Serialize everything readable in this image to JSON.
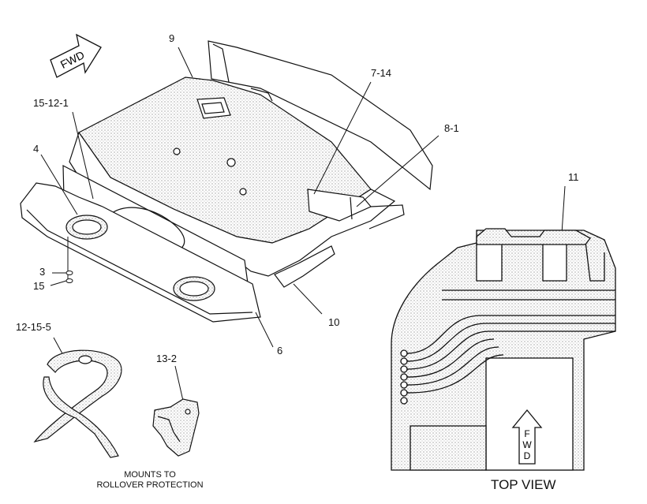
{
  "diagram": {
    "fwd_arrow_label": "FWD",
    "callouts": {
      "c9": "9",
      "c7_14": "7-14",
      "c15_12_1": "15-12-1",
      "c8_1": "8-1",
      "c4": "4",
      "c11": "11",
      "c3": "3",
      "c15": "15",
      "c10": "10",
      "c12_15_5": "12-15-5",
      "c6": "6",
      "c13_2": "13-2"
    },
    "mounts_caption_line1": "MOUNTS TO",
    "mounts_caption_line2": "ROLLOVER PROTECTION",
    "top_view_label": "TOP VIEW",
    "top_view_fwd_letters": [
      "F",
      "W",
      "D"
    ]
  },
  "colors": {
    "ink": "#111111",
    "stipple": "#9a9a9a",
    "paper": "#ffffff"
  }
}
